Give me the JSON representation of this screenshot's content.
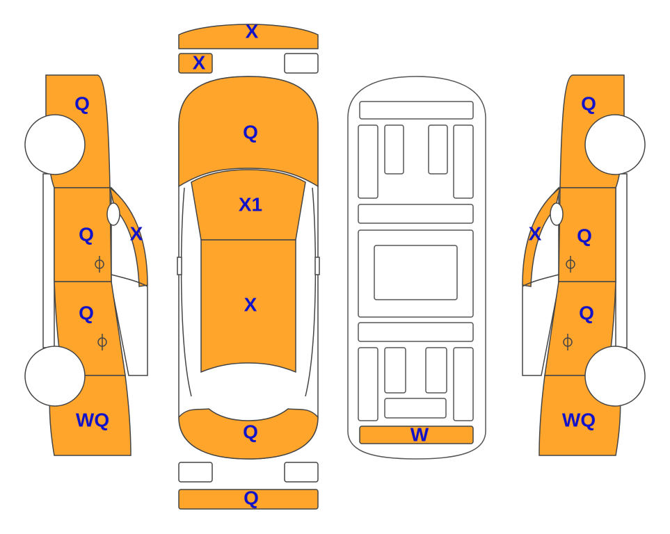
{
  "colors": {
    "damaged": "#FFA52C",
    "outline": "#444444",
    "label": "#1212C8",
    "clean": "#FFFFFF"
  },
  "labels": {
    "front_bumper": "X",
    "front_left_small": "X",
    "hood": "Q",
    "windshield": "X1",
    "roof": "X",
    "trunk": "Q",
    "rear_bumper": "Q",
    "underbody_rear": "W",
    "left_fender_front": "Q",
    "left_pillar": "X",
    "left_front_door": "Q",
    "left_rear_door": "Q",
    "left_quarter": "WQ",
    "right_fender_front": "Q",
    "right_pillar": "X",
    "right_front_door": "Q",
    "right_rear_door": "Q",
    "right_quarter": "WQ"
  }
}
